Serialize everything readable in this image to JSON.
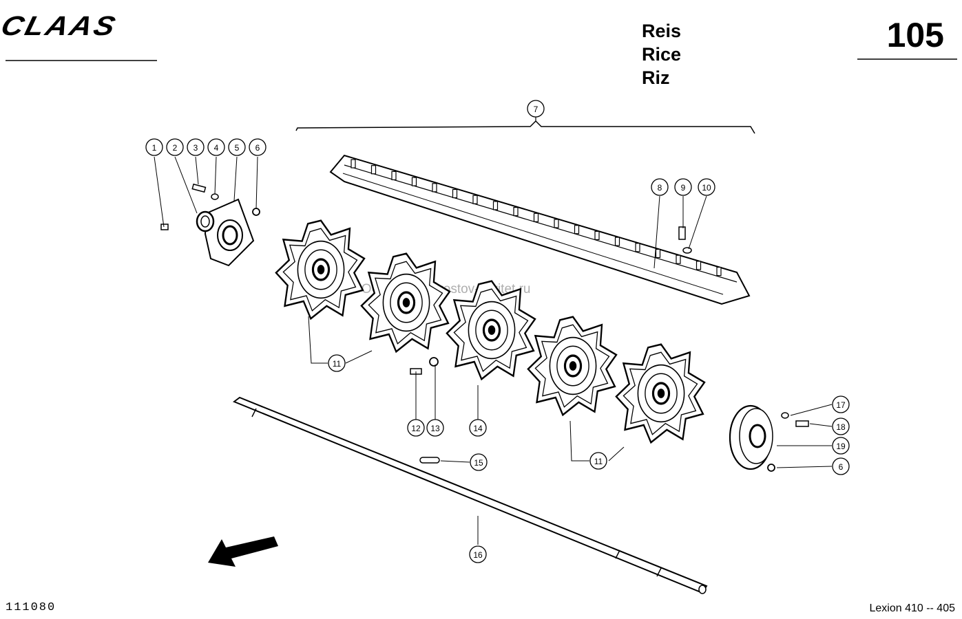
{
  "header": {
    "brand": "CLAAS",
    "titles": [
      "Reis",
      "Rice",
      "Riz"
    ],
    "page_number": "105"
  },
  "footer": {
    "figure_id": "111080",
    "model": "Lexion 410 -- 405"
  },
  "watermark": "ООО Паритет    rostov-paritet.ru",
  "callouts": [
    "1",
    "2",
    "3",
    "4",
    "5",
    "6",
    "7",
    "8",
    "9",
    "10",
    "11",
    "11",
    "12",
    "13",
    "14",
    "15",
    "16",
    "17",
    "18",
    "19",
    "6"
  ]
}
